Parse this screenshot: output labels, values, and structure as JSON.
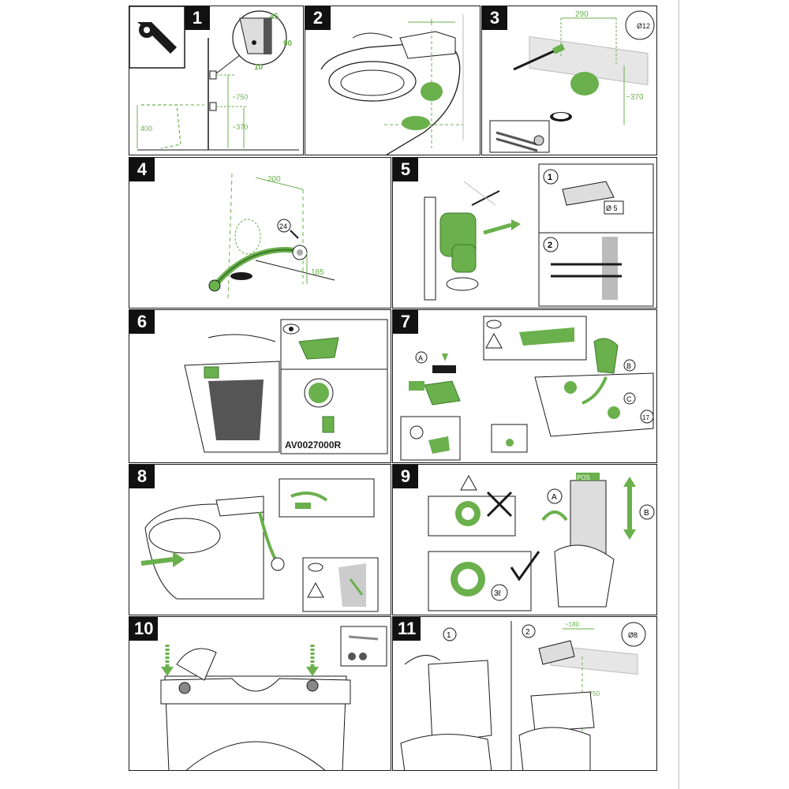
{
  "colors": {
    "green": "#6ab04c",
    "darkgreen": "#3d7a2a",
    "ink": "#1a1a1a",
    "grey": "#9a9a9a"
  },
  "steps": [
    {
      "number": "1",
      "labels": {
        "w": "45",
        "h": "90",
        "off": "10",
        "hi": "~750",
        "floor": "400",
        "lo": "~370"
      }
    },
    {
      "number": "2"
    },
    {
      "number": "3",
      "labels": {
        "width": "290",
        "drill": "Ø12",
        "height": "~370"
      }
    },
    {
      "number": "4",
      "labels": {
        "width": "200",
        "wrench": "24",
        "height": "185"
      }
    },
    {
      "number": "5",
      "labels": {
        "sub1": "1",
        "sub2": "2",
        "drill": "Ø 5"
      }
    },
    {
      "number": "6",
      "labels": {
        "part": "AV0027000R"
      }
    },
    {
      "number": "7",
      "labels": {
        "a": "A",
        "b": "B",
        "c": "C",
        "wrench": "17"
      }
    },
    {
      "number": "8"
    },
    {
      "number": "9",
      "labels": {
        "a": "A",
        "b": "B",
        "pos": "POS",
        "vol": "3ℓ"
      }
    },
    {
      "number": "10"
    },
    {
      "number": "11",
      "labels": {
        "sub1": "1",
        "sub2": "2",
        "width": "~180",
        "drill": "Ø8",
        "height": "~750"
      }
    }
  ]
}
